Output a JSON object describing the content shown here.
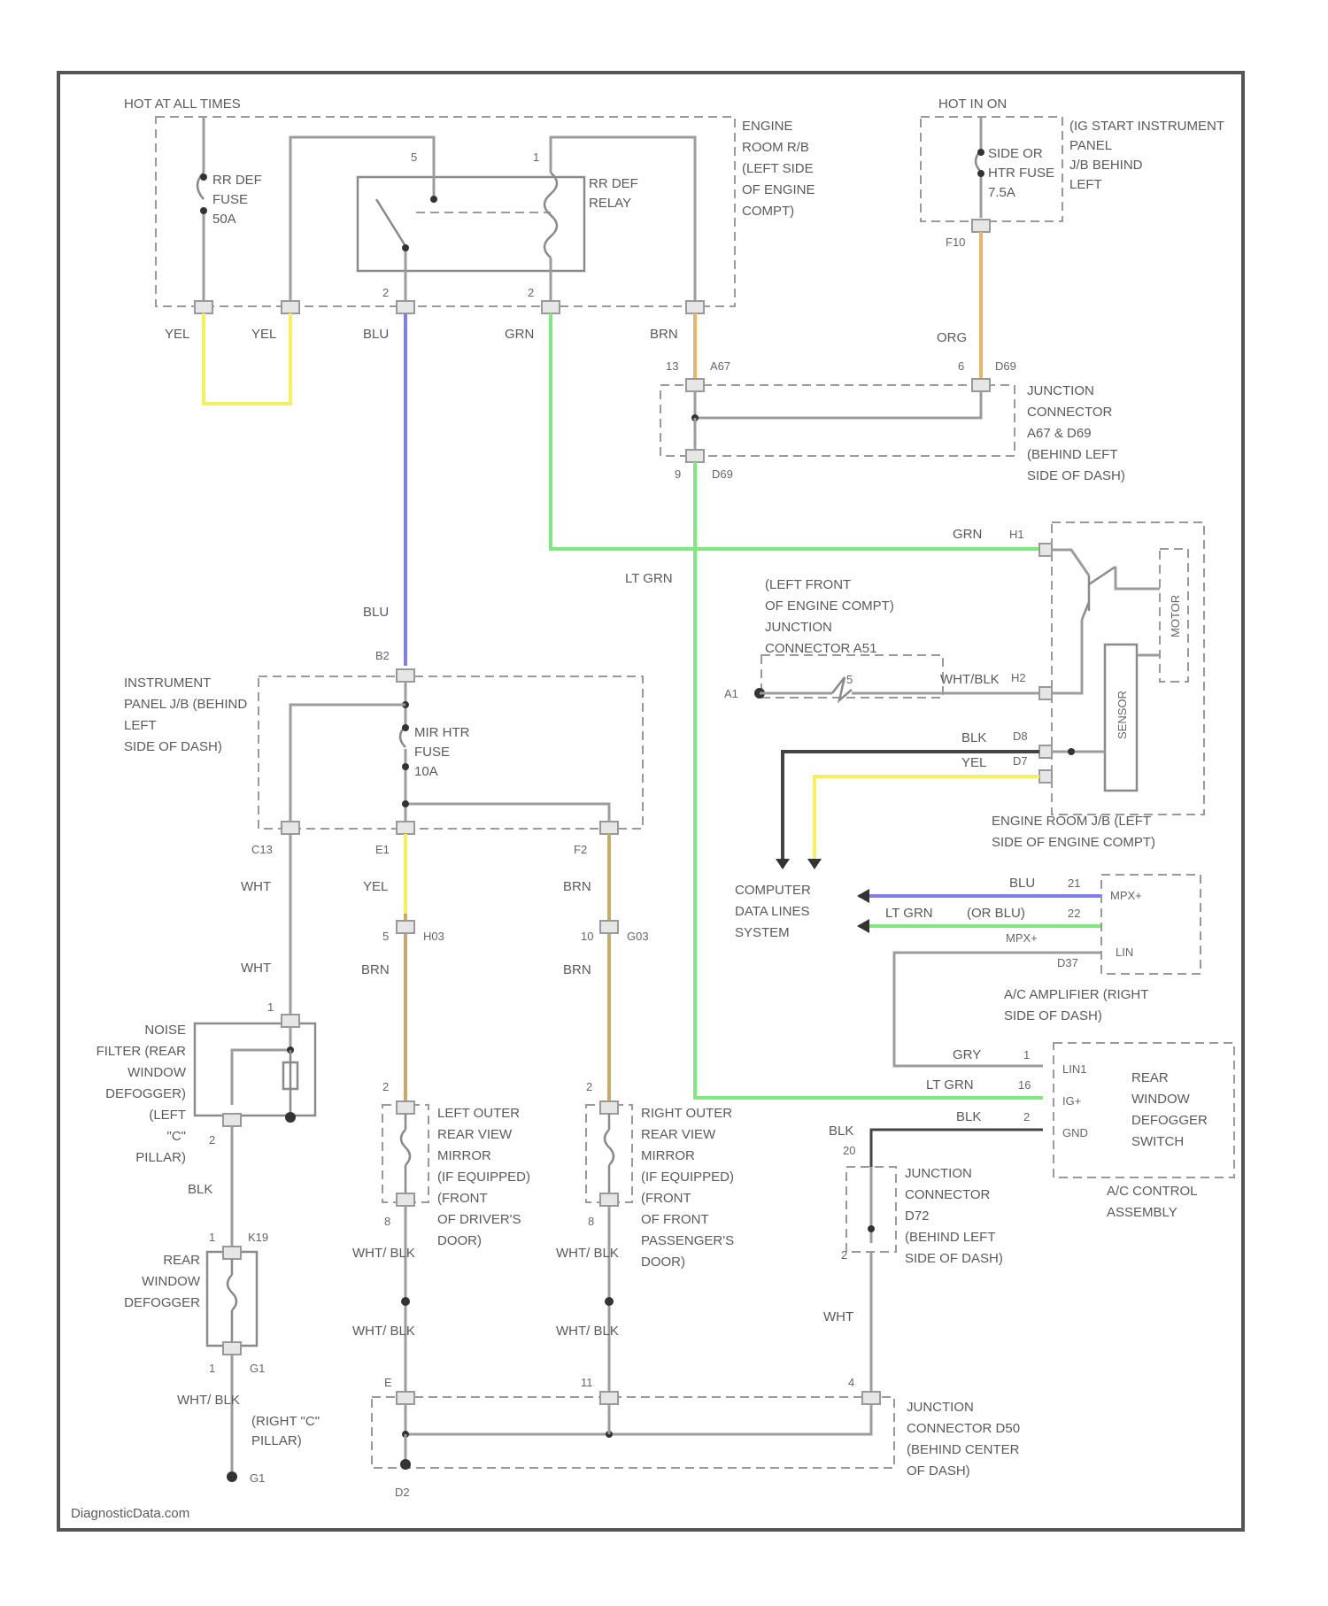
{
  "header": {
    "hot_at_all_times": "HOT AT ALL TIMES",
    "hot_in_on": "HOT IN ON"
  },
  "components": {
    "rr_def_fuse": "RR DEF\nFUSE\n50A",
    "rr_def_relay": "RR DEF\nRELAY",
    "engine_room_rb": "ENGINE\nROOM R/B\n(LEFT SIDE\nOF ENGINE\nCOMPT)",
    "ig_start_panel": "(IG START INSTRUMENT\nPANEL\nJ/B BEHIND\nLEFT",
    "side_or_htr_fuse": "SIDE OR\nHTR FUSE\n7.5A",
    "junction_connector_a67": "JUNCTION\nCONNECTOR\nA67 & D69\n(BEHIND LEFT\nSIDE OF DASH)",
    "left_front_junction": "(LEFT FRONT\nOF ENGINE COMPT)\nJUNCTION\nCONNECTOR A51",
    "instrument_panel_jb": "INSTRUMENT\nPANEL J/B (BEHIND\nLEFT\nSIDE OF DASH)",
    "mir_htr_fuse": "MIR HTR\nFUSE\n10A",
    "engine_room_jb": "ENGINE ROOM J/B (LEFT\nSIDE OF ENGINE COMPT)",
    "computer_data_lines": "COMPUTER\nDATA LINES\nSYSTEM",
    "ac_amplifier": "A/C AMPLIFIER (RIGHT\nSIDE OF DASH)",
    "noise_filter": "NOISE\nFILTER (REAR\nWINDOW\nDEFOGGER)\n(LEFT\n\"C\"\nPILLAR)",
    "left_outer_mirror": "LEFT OUTER\nREAR VIEW\nMIRROR\n(IF EQUIPPED)\n(FRONT\nOF DRIVER'S\nDOOR)",
    "right_outer_mirror": "RIGHT OUTER\nREAR VIEW\nMIRROR\n(IF EQUIPPED)\n(FRONT\nOF FRONT\nPASSENGER'S\nDOOR)",
    "rear_window_defogger_switch": "REAR\nWINDOW\nDEFOGGER\nSWITCH",
    "ac_control_assembly": "A/C CONTROL\nASSEMBLY",
    "junction_connector_d72": "JUNCTION\nCONNECTOR\nD72\n(BEHIND LEFT\nSIDE OF DASH)",
    "rear_window_defogger": "REAR\nWINDOW\nDEFOGGER",
    "right_c_pillar": "(RIGHT \"C\"\nPILLAR)",
    "junction_connector_d50": "JUNCTION\nCONNECTOR D50\n(BEHIND CENTER\nOF DASH)",
    "motor": "MOTOR",
    "sensor": "SENSOR"
  },
  "wire_labels": {
    "yel_a": "YEL",
    "yel_b": "YEL",
    "blu_top": "BLU",
    "grn_top": "GRN",
    "brn_top": "BRN",
    "org_top": "ORG",
    "pin_f10": "F10",
    "lt_grn": "LT GRN",
    "grn_right": "GRN",
    "blu_mid": "BLU",
    "wht_blk_ac": "WHT/BLK",
    "blk_ac": "BLK",
    "yel_ac": "YEL",
    "blu_data": "BLU",
    "lt_grn_data": "LT GRN",
    "or_blu": "(OR BLU)",
    "wht_c13_a": "WHT",
    "wht_c13_b": "WHT",
    "yel_e1": "YEL",
    "brn_e1": "BRN",
    "brn_f2": "BRN",
    "brn_f2b": "BRN",
    "blk_noise": "BLK",
    "wht_blk_1": "WHT/\nBLK",
    "wht_blk_2": "WHT/\nBLK",
    "wht_blk_3": "WHT/\nBLK",
    "wht_blk_4": "WHT/\nBLK",
    "wht_blk_5": "WHT/\nBLK",
    "gry": "GRY",
    "lt_grn_sw": "LT GRN",
    "blk_sw": "BLK",
    "blk_d72": "BLK",
    "wht_d72": "WHT",
    "lin1": "LIN1",
    "lin": "LIN",
    "mpx_plus": "MPX+",
    "mpx_minus": "MPX+",
    "ig_plus": "IG+",
    "gnd": "GND",
    "lin_sw": "LIN1"
  },
  "pins": {
    "p5": "5",
    "p1": "1",
    "p2a": "2",
    "p2b": "2",
    "a67_pin": "A67",
    "p13": "13",
    "d69": "D69",
    "p6": "6",
    "d69b": "D69",
    "p9": "9",
    "a51": "A1",
    "a5": "5",
    "p4": "4",
    "h1": "H1",
    "h2": "H2",
    "d8": "D8",
    "d7": "D7",
    "b2": "B2",
    "c13": "C13",
    "e1": "E1",
    "f2": "F2",
    "p5b": "5",
    "h03": "H03",
    "p10": "10",
    "g03": "G03",
    "p21": "21",
    "p22": "22",
    "d37": "D37",
    "p1n": "1",
    "p2n": "2",
    "p2m": "2",
    "p2r": "2",
    "p8a": "8",
    "p8b": "8",
    "p1d": "1",
    "k19": "K19",
    "p1e": "1",
    "g1": "G1",
    "p1s": "1",
    "p16": "16",
    "p2s": "2",
    "p20": "20",
    "p2t": "2",
    "p4t": "4",
    "e_pin": "E",
    "p11": "11",
    "p4u": "4",
    "g1b": "G1",
    "d2": "D2"
  },
  "footer": {
    "watermark": "DiagnosticData.com"
  },
  "colors": {
    "yellow": "#f7ef5c",
    "blue": "#7f7fe8",
    "green": "#7fe87f",
    "orange": "#e8b56a",
    "brown": "#c9a96a",
    "dark": "#444444"
  }
}
